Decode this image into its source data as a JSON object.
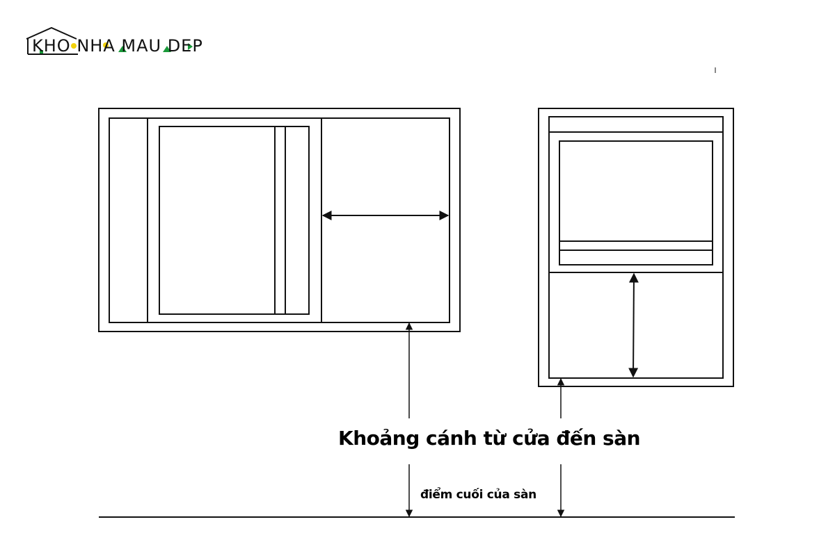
{
  "logo": {
    "brand": "KHO NHA MAU DEP",
    "part1": "KHO",
    "part2": "NHA MAU DEP",
    "accent_yellow": "#f2d20c",
    "accent_green": "#1a9a3a",
    "icon": "house-outline-icon"
  },
  "diagram": {
    "stroke_color": "#111111",
    "background": "#ffffff",
    "left_window": {
      "type": "sliding/casement window with fixed side panel",
      "dimension_arrow": "horizontal-double-arrow",
      "floor_arrow": "vertical-arrow-to-floor"
    },
    "right_window": {
      "type": "single-hung window with upper sash",
      "dimension_arrow": "vertical-double-arrow",
      "floor_arrow": "vertical-arrow-to-floor"
    },
    "floor_line": "floor-baseline"
  },
  "labels": {
    "main_caption": "Khoảng cánh từ cửa đến sàn",
    "floor_caption": "điểm cuối của sàn"
  }
}
